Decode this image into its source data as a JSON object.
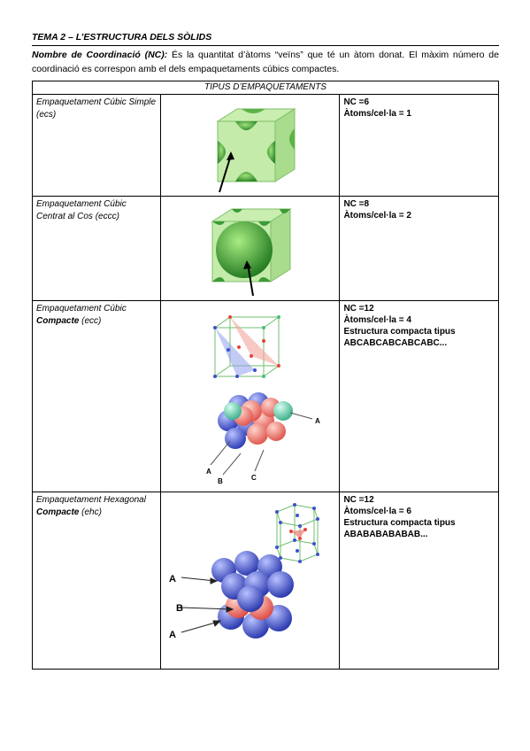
{
  "header": {
    "title": "TEMA 2 – L’ESTRUCTURA DELS SÒLIDS"
  },
  "intro": {
    "term": "Nombre de Coordinació (NC):",
    "text": " És la quantitat d’àtoms “veïns” que té un àtom donat. El màxim número de coordinació es correspon amb el dels empaquetaments cúbics compactes."
  },
  "table": {
    "header": "TIPUS D’EMPAQUETAMENTS",
    "rows": [
      {
        "name_a": "Empaquetament Cúbic Simple (ecs)",
        "nc": "NC =6",
        "atoms": "Àtoms/cel·la = 1"
      },
      {
        "name_a": "Empaquetament Cúbic Centrat al Cos (eccc)",
        "nc": "NC =8",
        "atoms": "Àtoms/cel·la = 2"
      },
      {
        "name_a": "Empaquetament Cúbic ",
        "name_bold": "Compacte",
        "name_b": " (ecc)",
        "nc": "NC =12",
        "atoms": "Àtoms/cel·la = 4",
        "structure_label": "Estructura compacta tipus",
        "structure_seq": "ABCABCABCABCABC...",
        "labels": {
          "a1": "A",
          "a2": "A",
          "b": "B",
          "c": "C"
        }
      },
      {
        "name_a": "Empaquetament Hexagonal ",
        "name_bold": "Compacte",
        "name_b": " (ehc)",
        "nc": "NC =12",
        "atoms": "Àtoms/cel·la = 6",
        "structure_label": "Estructura compacta tipus",
        "structure_seq": "ABABABABABAB...",
        "labels": {
          "a1": "A",
          "b": "B",
          "a2": "A"
        }
      }
    ]
  },
  "colors": {
    "cube_green": "#b9e39a",
    "sphere_green": "#3e9a3a",
    "sphere_blue": "#4f5fd6",
    "sphere_pink": "#f07a72",
    "sphere_teal": "#6fcfb0"
  }
}
